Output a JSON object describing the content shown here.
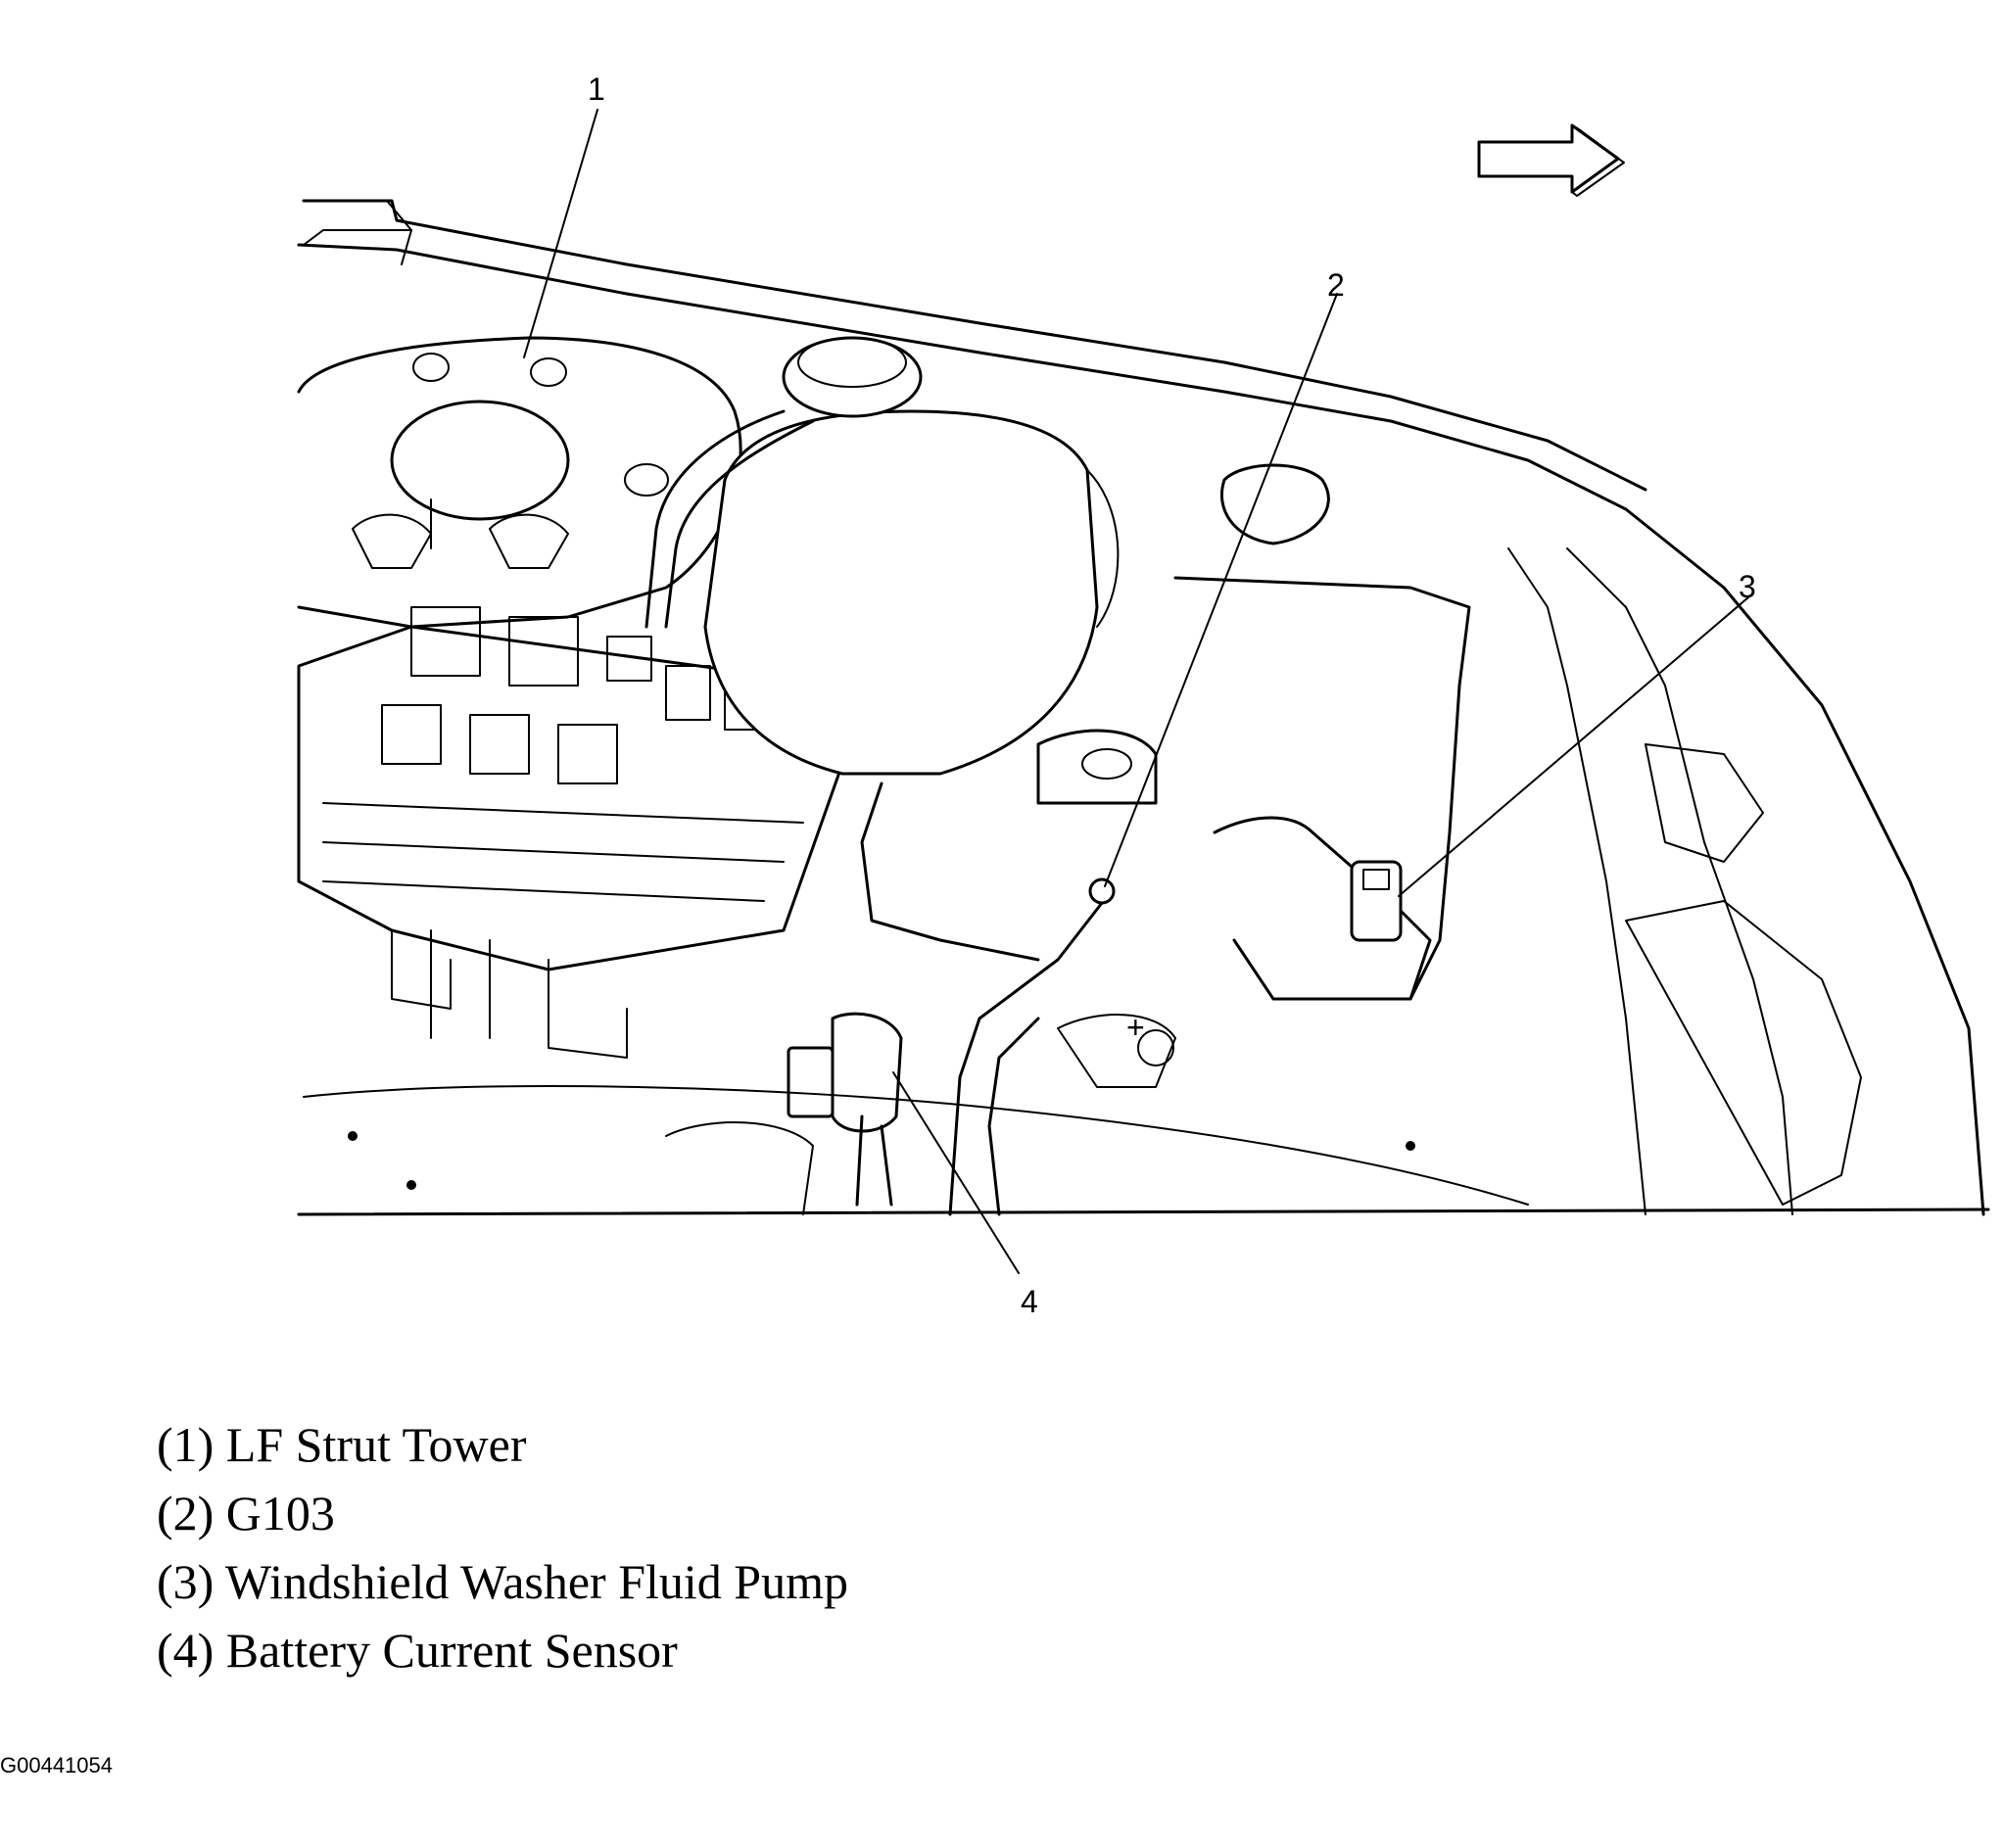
{
  "diagram": {
    "callouts": [
      {
        "id": "callout-1",
        "number": "1"
      },
      {
        "id": "callout-2",
        "number": "2"
      },
      {
        "id": "callout-3",
        "number": "3"
      },
      {
        "id": "callout-4",
        "number": "4"
      }
    ],
    "direction_arrow": "arrow-right-icon"
  },
  "legend": [
    "(1) LF Strut Tower",
    "(2) G103",
    "(3) Windshield Washer Fluid Pump",
    "(4) Battery Current Sensor"
  ],
  "figure_id": "G00441054"
}
